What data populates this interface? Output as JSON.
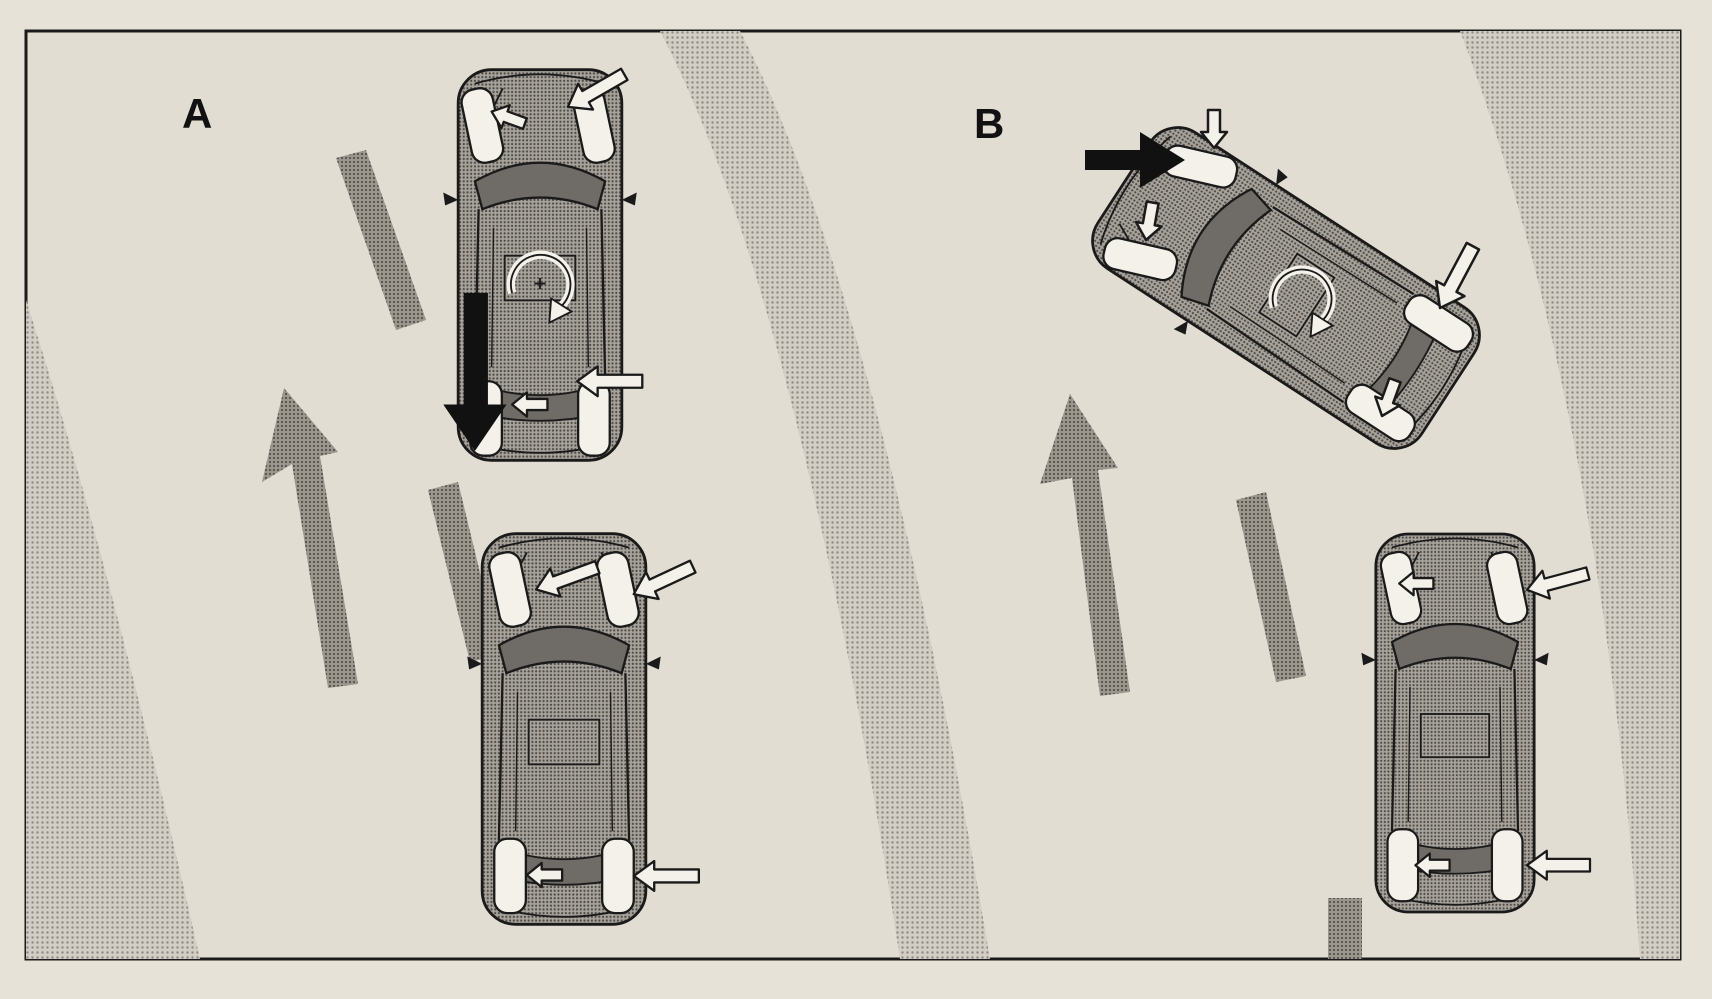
{
  "diagram": {
    "panels": [
      {
        "id": "A",
        "label": "A"
      },
      {
        "id": "B",
        "label": "B"
      }
    ]
  },
  "icons": {
    "rotation": "rotation-arrow-icon",
    "force": "force-arrow-icon",
    "direction": "direction-arrow-icon"
  },
  "colors": {
    "paper": "#e9e5dc",
    "road_stripe": "#d4d0c7",
    "lane_stripe": "#a9a59d",
    "car_body": "#8e8a84",
    "car_outline": "#1a1a1a",
    "force_arrow": "#111111",
    "tyre": "#f4f1ea"
  }
}
